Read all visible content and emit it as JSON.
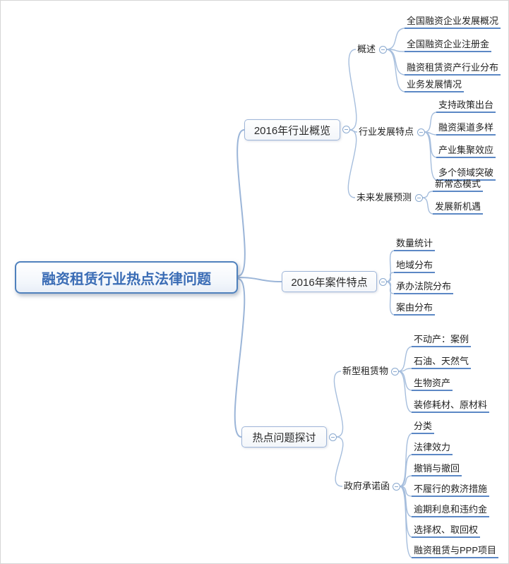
{
  "root": {
    "label": "融资租赁行业热点法律问题"
  },
  "branch_overview": {
    "label": "2016年行业概览",
    "summary": {
      "label": "概述",
      "leaves": [
        "全国融资企业发展概况",
        "全国融资企业注册金",
        "融资租赁资产行业分布",
        "业务发展情况"
      ]
    },
    "features": {
      "label": "行业发展特点",
      "leaves": [
        "支持政策出台",
        "融资渠道多样",
        "产业集聚效应",
        "多个领域突破"
      ]
    },
    "forecast": {
      "label": "未来发展预测",
      "leaves": [
        "新常态模式",
        "发展新机遇"
      ]
    }
  },
  "branch_cases": {
    "label": "2016年案件特点",
    "leaves": [
      "数量统计",
      "地域分布",
      "承办法院分布",
      "案由分布"
    ]
  },
  "branch_topics": {
    "label": "热点问题探讨",
    "new_lease_assets": {
      "label": "新型租赁物",
      "leaves": [
        "不动产：案例",
        "石油、天然气",
        "生物资产",
        "装修耗材、原材料"
      ]
    },
    "gov_commitment": {
      "label": "政府承诺函",
      "leaves": [
        "分类",
        "法律效力",
        "撤销与撤回",
        "不履行的救济措施",
        "逾期利息和违约金",
        "选择权、取回权",
        "融资租赁与PPP项目"
      ]
    }
  },
  "colors": {
    "root_border": "#4f81bd",
    "root_text": "#3a6cb5",
    "branch_border": "#9fb6d9",
    "connector_line": "#a6bedd",
    "leaf_underline": "#5c88c5"
  }
}
